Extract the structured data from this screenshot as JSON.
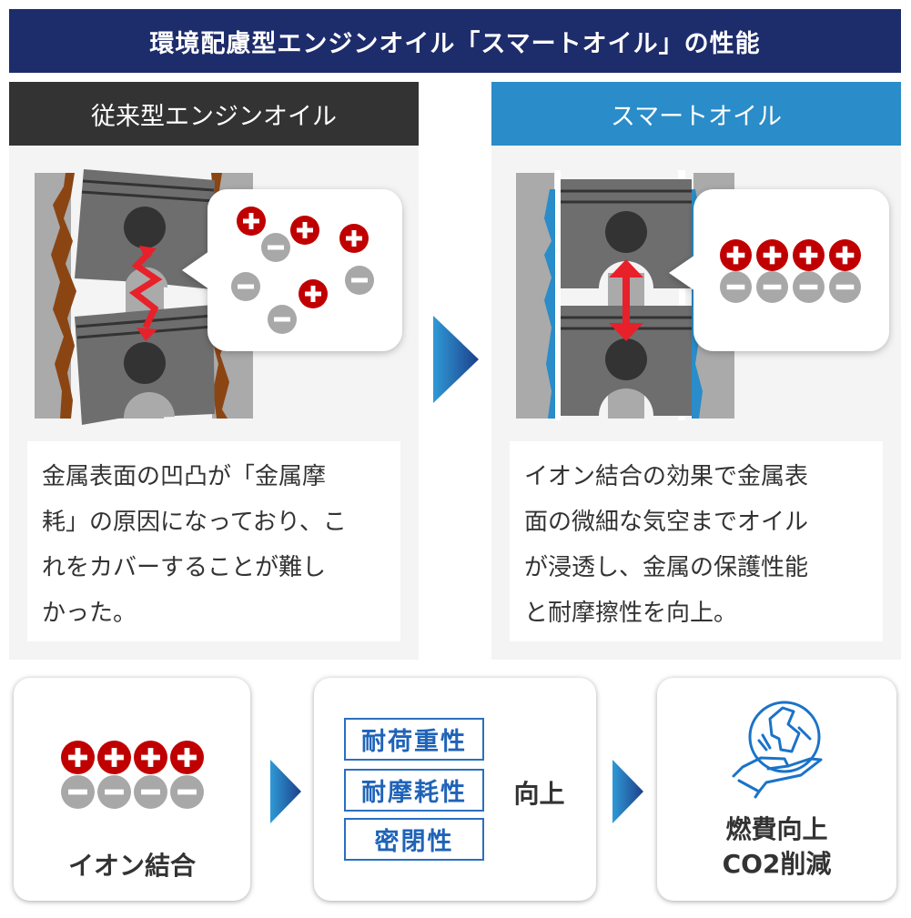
{
  "title": "環境配慮型エンジンオイル「スマートオイル」の性能",
  "left_panel": {
    "heading": "従来型エンジンオイル",
    "description_lines": [
      "金属表面の凹凸が「金属摩",
      "耗」の原因になっており、こ",
      "れをカバーすることが難し",
      "かった。"
    ]
  },
  "right_panel": {
    "heading": "スマートオイル",
    "description_lines": [
      "イオン結合の効果で金属表",
      "面の微細な気空までオイル",
      "が浸透し、金属の保護性能",
      "と耐摩擦性を向上。"
    ]
  },
  "flow": {
    "ion_bond_label": "イオン結合",
    "properties": [
      "耐荷重性",
      "耐摩耗性",
      "密閉性"
    ],
    "improve_label": "向上",
    "result_lines": [
      "燃費向上",
      "CO2削減"
    ]
  },
  "colors": {
    "title_bg": "#1d2c6b",
    "conventional_header": "#333333",
    "smart_header": "#2a8cc8",
    "plus_ion": "#c00000",
    "minus_ion": "#a8a8a8",
    "rust": "#8b4513",
    "oil": "#2a8cc8",
    "accent_blue": "#2a6fc0"
  }
}
